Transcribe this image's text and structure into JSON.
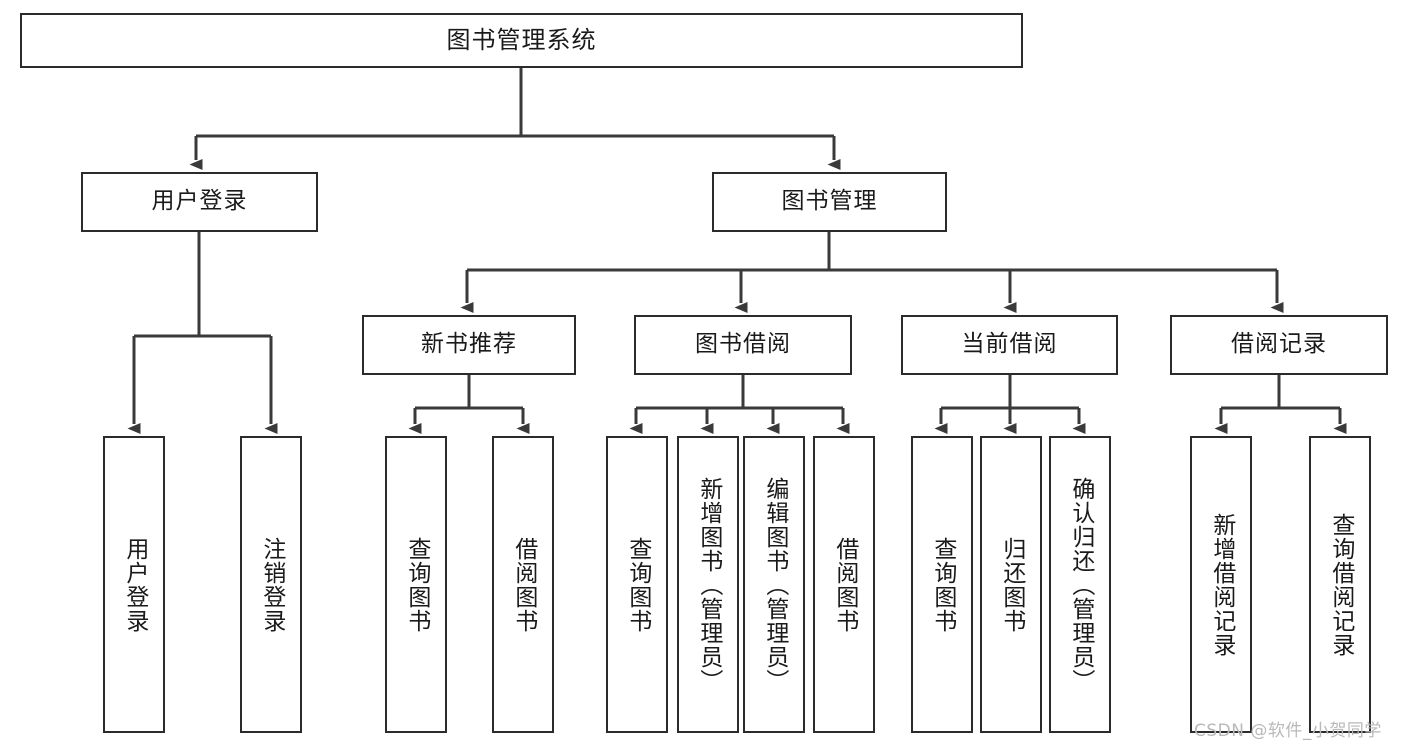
{
  "diagram": {
    "type": "tree-hierarchy",
    "title": "图书管理系统",
    "watermark": "CSDN @软件_小贺同学",
    "colors": {
      "border": "#2b2b2b",
      "background": "#ffffff",
      "text": "#1a1a1a",
      "connector": "#3a3a3a",
      "watermark": "#b9b9b9"
    },
    "levels": {
      "level1": [
        {
          "id": "root",
          "label": "图书管理系统"
        }
      ],
      "level2": [
        {
          "id": "user-login",
          "label": "用户登录"
        },
        {
          "id": "book-manage",
          "label": "图书管理"
        }
      ],
      "level3": [
        {
          "id": "new-book-recommend",
          "label": "新书推荐",
          "parent": "book-manage"
        },
        {
          "id": "book-borrow",
          "label": "图书借阅",
          "parent": "book-manage"
        },
        {
          "id": "current-borrow",
          "label": "当前借阅",
          "parent": "book-manage"
        },
        {
          "id": "borrow-record",
          "label": "借阅记录",
          "parent": "book-manage"
        }
      ],
      "level4": [
        {
          "id": "leaf-user-login",
          "label": "用户登录",
          "parent": "user-login"
        },
        {
          "id": "leaf-logout",
          "label": "注销登录",
          "parent": "user-login"
        },
        {
          "id": "leaf-query-book-1",
          "label": "查询图书",
          "parent": "new-book-recommend"
        },
        {
          "id": "leaf-borrow-book-1",
          "label": "借阅图书",
          "parent": "new-book-recommend"
        },
        {
          "id": "leaf-query-book-2",
          "label": "查询图书",
          "parent": "book-borrow"
        },
        {
          "id": "leaf-add-book",
          "label": "新增图书（管理员）",
          "parent": "book-borrow"
        },
        {
          "id": "leaf-edit-book",
          "label": "编辑图书（管理员）",
          "parent": "book-borrow"
        },
        {
          "id": "leaf-borrow-book-2",
          "label": "借阅图书",
          "parent": "book-borrow"
        },
        {
          "id": "leaf-query-book-3",
          "label": "查询图书",
          "parent": "current-borrow"
        },
        {
          "id": "leaf-return-book",
          "label": "归还图书",
          "parent": "current-borrow"
        },
        {
          "id": "leaf-confirm-return",
          "label": "确认归还（管理员）",
          "parent": "current-borrow"
        },
        {
          "id": "leaf-add-record",
          "label": "新增借阅记录",
          "parent": "borrow-record"
        },
        {
          "id": "leaf-query-record",
          "label": "查询借阅记录",
          "parent": "borrow-record"
        }
      ]
    }
  }
}
